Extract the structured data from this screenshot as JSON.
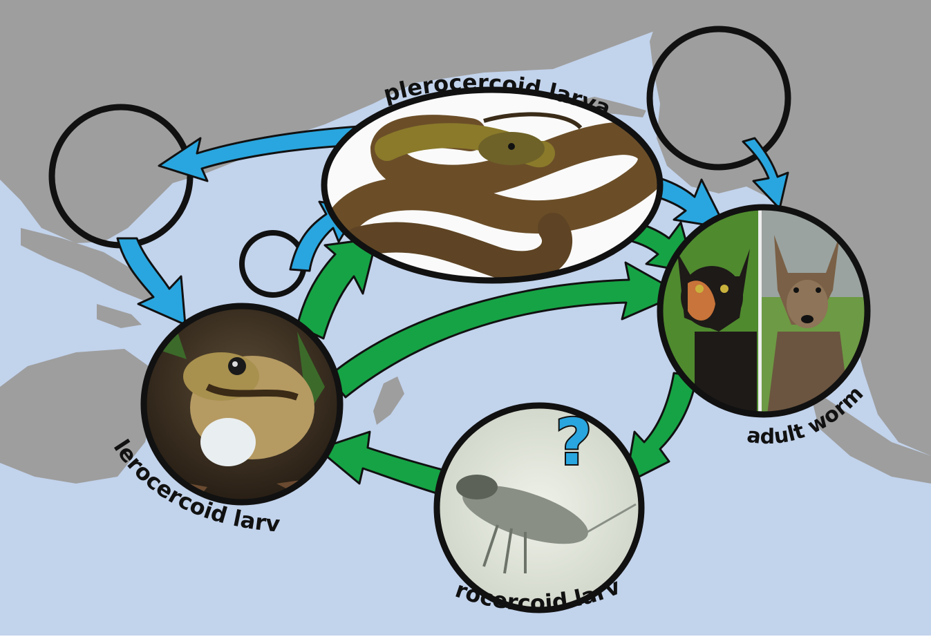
{
  "labels": {
    "snake_stage": "plerocercoid larva",
    "frog_stage": "plerocercoid larva",
    "copepod_stage": "procercoid larva",
    "final_host_stage": "adult worm",
    "unknown_mark": "?"
  },
  "colors": {
    "ocean": "#c2d3ec",
    "land": "#9e9e9e",
    "blue_arrow": "#29a6df",
    "green_arrow": "#16a345",
    "outline": "#111111"
  }
}
